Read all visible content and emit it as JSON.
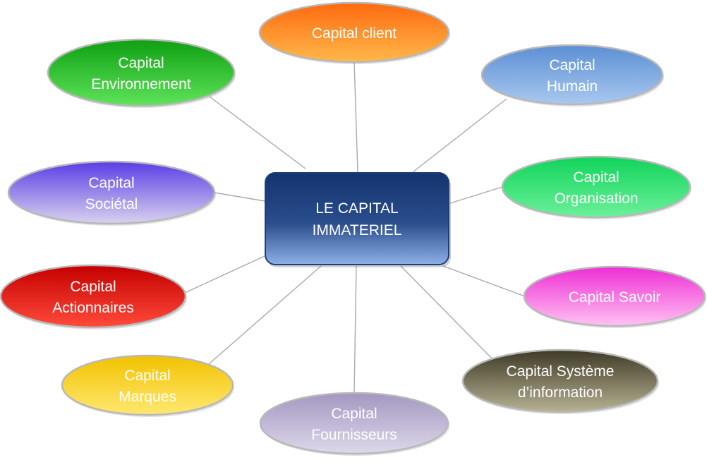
{
  "center": {
    "lines": [
      "LE CAPITAL",
      "IMMATERIEL"
    ],
    "color": "#2a4d8c"
  },
  "nodes": [
    {
      "id": "capital-client",
      "lines": [
        "Capital client"
      ],
      "color": "#ff6a10",
      "color_light": "#ffb84a"
    },
    {
      "id": "capital-humain",
      "lines": [
        "Capital",
        "Humain"
      ],
      "color": "#5c8fd4",
      "color_light": "#a9c8ef"
    },
    {
      "id": "capital-organisation",
      "lines": [
        "Capital",
        "Organisation"
      ],
      "color": "#10d45a",
      "color_light": "#6cf09a"
    },
    {
      "id": "capital-savoir",
      "lines": [
        "Capital Savoir"
      ],
      "color": "#ee2ed4",
      "color_light": "#ffc2f2"
    },
    {
      "id": "capital-systeme-information",
      "lines": [
        "Capital Système",
        "d’information"
      ],
      "color": "#3e3a26",
      "color_light": "#b7b293"
    },
    {
      "id": "capital-fournisseurs",
      "lines": [
        "Capital",
        "Fournisseurs"
      ],
      "color": "#a397c0",
      "color_light": "#ddd8ea"
    },
    {
      "id": "capital-marques",
      "lines": [
        "Capital",
        "Marques"
      ],
      "color": "#f2c200",
      "color_light": "#ffe870"
    },
    {
      "id": "capital-actionnaires",
      "lines": [
        "Capital",
        "Actionnaires"
      ],
      "color": "#c40000",
      "color_light": "#ff4a3a"
    },
    {
      "id": "capital-societal",
      "lines": [
        "Capital",
        "Sociétal"
      ],
      "color": "#5a3de6",
      "color_light": "#d9d2ee"
    },
    {
      "id": "capital-environnement",
      "lines": [
        "Capital",
        "Environnement"
      ],
      "color": "#0fa012",
      "color_light": "#5fe35a"
    }
  ]
}
